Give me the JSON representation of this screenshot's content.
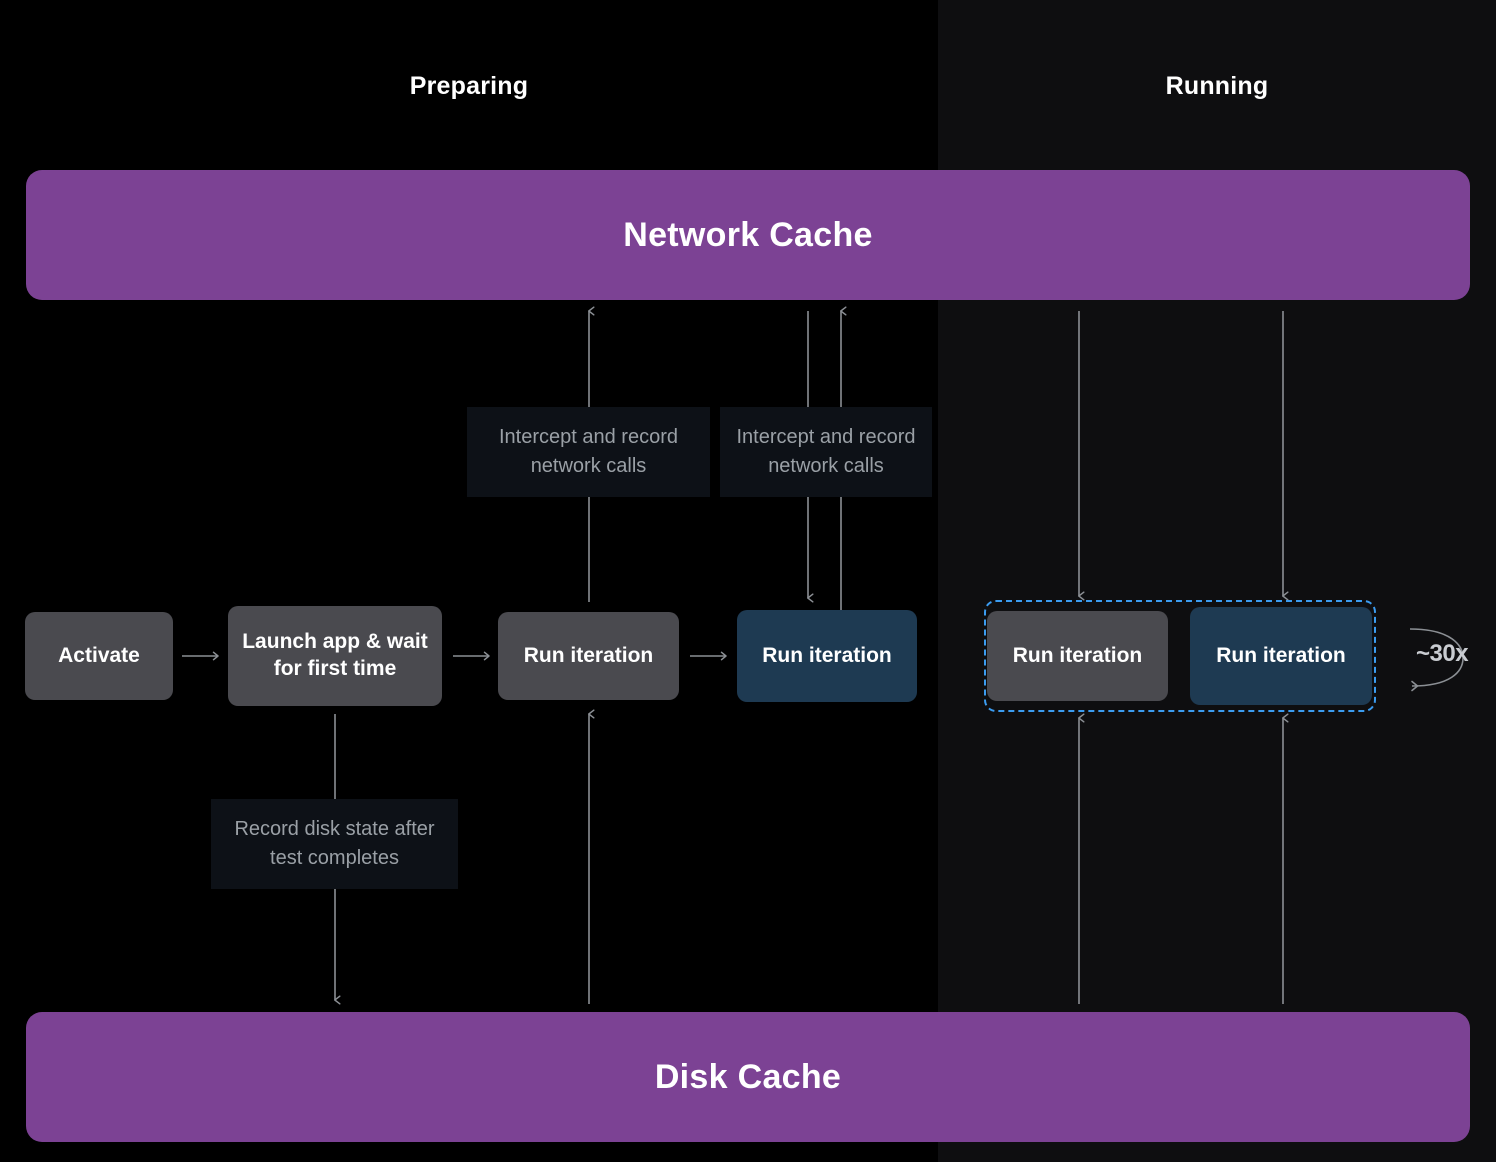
{
  "lanes": {
    "preparing": {
      "title": "Preparing"
    },
    "running": {
      "title": "Running"
    }
  },
  "caches": {
    "network": {
      "label": "Network Cache"
    },
    "disk": {
      "label": "Disk Cache"
    }
  },
  "nodes": {
    "activate": {
      "label": "Activate",
      "style": "gray"
    },
    "launch": {
      "label": "Launch app & wait for first time",
      "style": "gray"
    },
    "run_prep_1": {
      "label": "Run iteration",
      "style": "gray"
    },
    "run_prep_2": {
      "label": "Run iteration",
      "style": "blue"
    },
    "run_run_a": {
      "label": "Run iteration",
      "style": "gray"
    },
    "run_run_b": {
      "label": "Run iteration",
      "style": "blue"
    }
  },
  "annotations": {
    "intercept_1": "Intercept and record network calls",
    "intercept_2": "Intercept and record network calls",
    "record_disk": "Record disk state after test completes"
  },
  "loop": {
    "label": "~30x"
  },
  "colors": {
    "purple_cache": "#7c4294",
    "node_gray": "#4a4a4f",
    "node_blue": "#1e3a52",
    "selection_blue": "#3b9cf0",
    "annotation_bg": "#0d1117",
    "annotation_text": "#9aa0a6",
    "connector": "#8b8f94",
    "lane_preparing_bg": "#000000",
    "lane_running_bg": "#0e0e10"
  }
}
